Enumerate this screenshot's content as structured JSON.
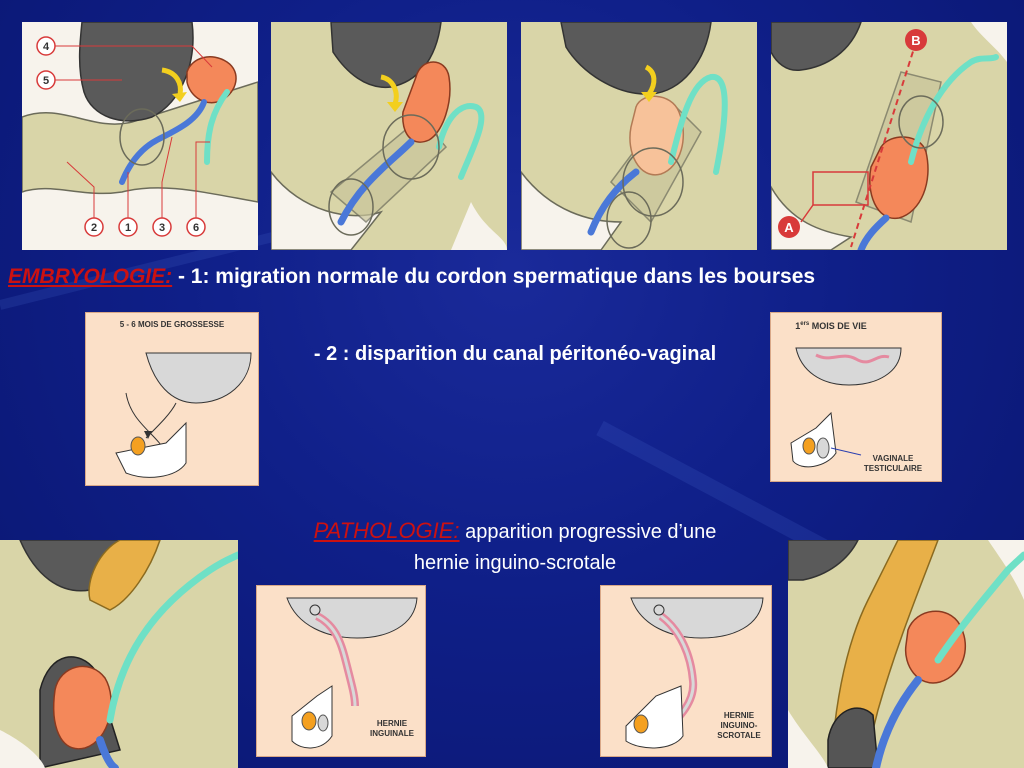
{
  "heading1": {
    "title": "EMBRYOLOGIE:",
    "text": " - 1: migration normale du cordon spermatique dans les bourses"
  },
  "point2": "- 2 : disparition du canal péritonéo-vaginal",
  "heading2": {
    "title": "PATHOLOGIE:",
    "text": " apparition progressive d’une hernie inguino-scrotale"
  },
  "labels": {
    "n1": "1",
    "n2": "2",
    "n3": "3",
    "n4": "4",
    "n5": "5",
    "n6": "6",
    "a": "A",
    "b": "B",
    "mois_grossesse": "5 - 6  MOIS DE GROSSESSE",
    "mois_vie_num": "1",
    "mois_vie_sup": "ers",
    "mois_vie": " MOIS DE VIE",
    "vaginale_1": "VAGINALE",
    "vaginale_2": "TESTICULAIRE",
    "hernie_ing_1": "HERNIE",
    "hernie_ing_2": "INGUINALE",
    "hernie_sc_1": "HERNIE",
    "hernie_sc_2": "INGUINO-",
    "hernie_sc_3": "SCROTALE"
  },
  "colors": {
    "title_red": "#cc1111",
    "panel_bg": "#fbe0c8",
    "tissue": "#d9d5a8",
    "testis": "#f4885a",
    "cord_cyan": "#6fe0c6",
    "vessel_blue": "#4a78d8",
    "label_red": "#d83a3a"
  }
}
